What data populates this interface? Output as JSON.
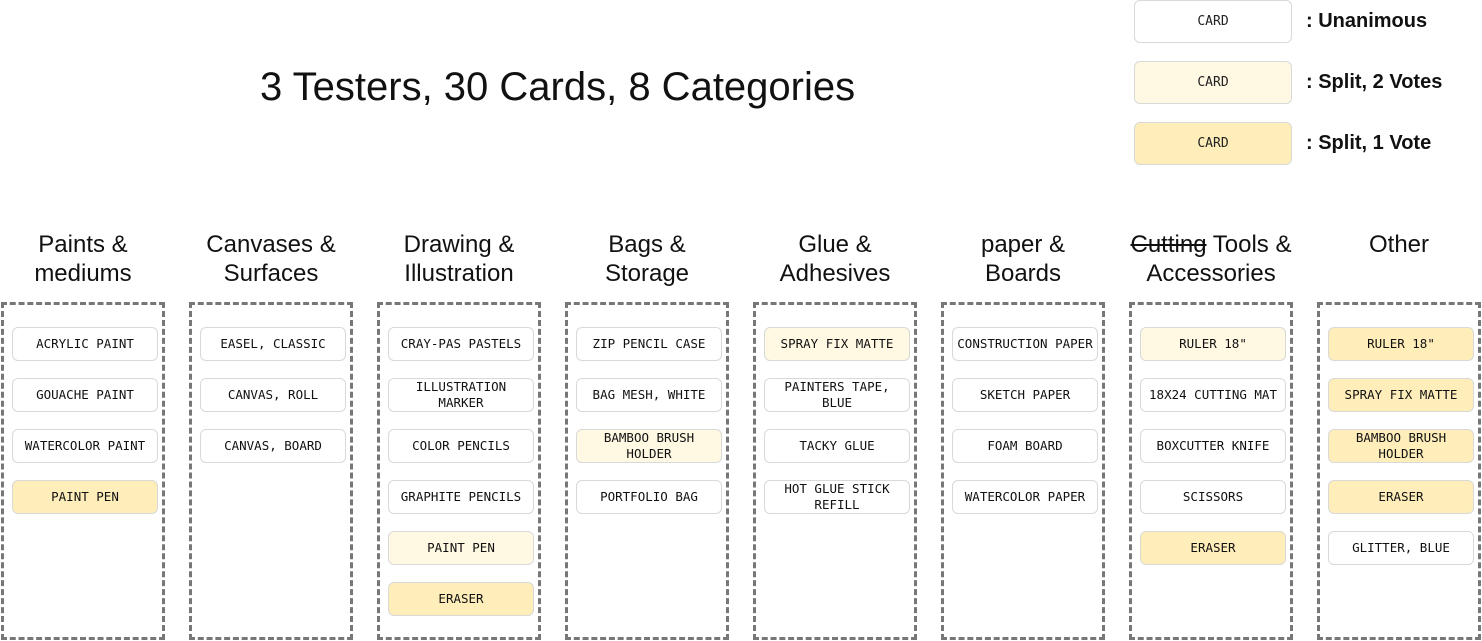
{
  "title": "3 Testers, 30 Cards, 8 Categories",
  "legend": [
    {
      "card": "CARD",
      "label": ": Unanimous",
      "kind": "unanimous",
      "color": "#ffffff"
    },
    {
      "card": "CARD",
      "label": ": Split, 2 Votes",
      "kind": "split2",
      "color": "#fff8e3"
    },
    {
      "card": "CARD",
      "label": ": Split, 1 Vote",
      "kind": "split1",
      "color": "#ffeeba"
    }
  ],
  "categories": [
    {
      "title_line1": "Paints &",
      "title_line2": "mediums",
      "cards": [
        {
          "text": "ACRYLIC PAINT",
          "status": "unanimous"
        },
        {
          "text": "GOUACHE PAINT",
          "status": "unanimous"
        },
        {
          "text": "WATERCOLOR PAINT",
          "status": "unanimous"
        },
        {
          "text": "PAINT PEN",
          "status": "split1"
        }
      ]
    },
    {
      "title_line1": "Canvases &",
      "title_line2": "Surfaces",
      "cards": [
        {
          "text": "EASEL, CLASSIC",
          "status": "unanimous"
        },
        {
          "text": "CANVAS, ROLL",
          "status": "unanimous"
        },
        {
          "text": "CANVAS, BOARD",
          "status": "unanimous"
        }
      ]
    },
    {
      "title_line1": "Drawing &",
      "title_line2": "Illustration",
      "cards": [
        {
          "text": "CRAY-PAS PASTELS",
          "status": "unanimous"
        },
        {
          "text": "ILLUSTRATION MARKER",
          "status": "unanimous"
        },
        {
          "text": "COLOR PENCILS",
          "status": "unanimous"
        },
        {
          "text": "GRAPHITE PENCILS",
          "status": "unanimous"
        },
        {
          "text": "PAINT PEN",
          "status": "split2"
        },
        {
          "text": "ERASER",
          "status": "split1"
        }
      ]
    },
    {
      "title_line1": "Bags &",
      "title_line2": "Storage",
      "cards": [
        {
          "text": "ZIP PENCIL CASE",
          "status": "unanimous"
        },
        {
          "text": "BAG MESH, WHITE",
          "status": "unanimous"
        },
        {
          "text": "BAMBOO BRUSH HOLDER",
          "status": "split2"
        },
        {
          "text": "PORTFOLIO BAG",
          "status": "unanimous"
        }
      ]
    },
    {
      "title_line1": "Glue &",
      "title_line2": "Adhesives",
      "cards": [
        {
          "text": "SPRAY FIX MATTE",
          "status": "split2"
        },
        {
          "text": "PAINTERS TAPE, BLUE",
          "status": "unanimous"
        },
        {
          "text": "TACKY GLUE",
          "status": "unanimous"
        },
        {
          "text": "HOT GLUE STICK REFILL",
          "status": "unanimous"
        }
      ]
    },
    {
      "title_line1": "paper &",
      "title_line2": "Boards",
      "cards": [
        {
          "text": "CONSTRUCTION PAPER",
          "status": "unanimous"
        },
        {
          "text": "SKETCH PAPER",
          "status": "unanimous"
        },
        {
          "text": "FOAM BOARD",
          "status": "unanimous"
        },
        {
          "text": "WATERCOLOR PAPER",
          "status": "unanimous"
        }
      ]
    },
    {
      "title_line1_strike": "Cutting",
      "title_line1": " Tools &",
      "title_line2": "Accessories",
      "cards": [
        {
          "text": "RULER 18\"",
          "status": "split2"
        },
        {
          "text": "18X24 CUTTING MAT",
          "status": "unanimous"
        },
        {
          "text": "BOXCUTTER KNIFE",
          "status": "unanimous"
        },
        {
          "text": "SCISSORS",
          "status": "unanimous"
        },
        {
          "text": "ERASER",
          "status": "split1"
        }
      ]
    },
    {
      "title_line1": "Other",
      "title_line2": "",
      "cards": [
        {
          "text": "RULER 18\"",
          "status": "split1"
        },
        {
          "text": "SPRAY FIX MATTE",
          "status": "split1"
        },
        {
          "text": "BAMBOO BRUSH HOLDER",
          "status": "split1"
        },
        {
          "text": "ERASER",
          "status": "split1"
        },
        {
          "text": "GLITTER, BLUE",
          "status": "unanimous"
        }
      ]
    }
  ]
}
